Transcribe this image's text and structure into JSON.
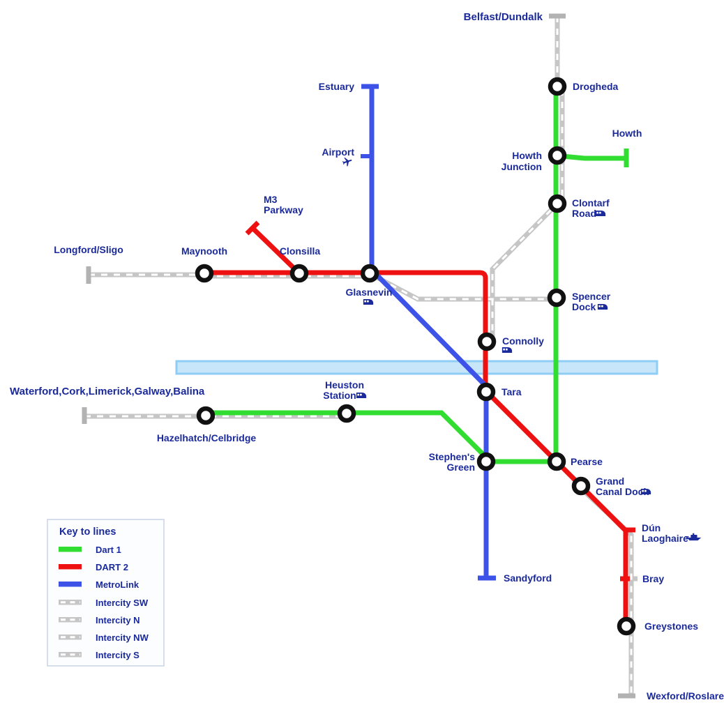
{
  "legend": {
    "title": "Key to lines",
    "items": [
      {
        "label": "Dart 1"
      },
      {
        "label": "DART 2"
      },
      {
        "label": "MetroLink"
      },
      {
        "label": "Intercity SW"
      },
      {
        "label": "Intercity N"
      },
      {
        "label": "Intercity NW"
      },
      {
        "label": "Intercity S"
      }
    ]
  },
  "colors": {
    "dart1": "#32dd32",
    "dart2": "#ee1111",
    "metrolink": "#3d53e8",
    "intercity": "#c6c6c6",
    "intercity_terminal": "#b2b2b2",
    "river_fill": "#c7e6fa",
    "river_edge": "#8fcdf4",
    "label_text": "#1b2a9b",
    "station_ring": "#111111"
  },
  "labels": {
    "belfast": "Belfast/Dundalk",
    "drogheda": "Drogheda",
    "howth": "Howth",
    "howth_junction_line1": "Howth",
    "howth_junction_line2": "Junction",
    "clontarf_line1": "Clontarf",
    "clontarf_line2": "Road",
    "spencer_line1": "Spencer",
    "spencer_line2": "Dock",
    "estuary": "Estuary",
    "airport": "Airport",
    "m3_line1": "M3",
    "m3_line2": "Parkway",
    "longford": "Longford/Sligo",
    "maynooth": "Maynooth",
    "clonsilla": "Clonsilla",
    "glasnevin": "Glasnevin",
    "connolly": "Connolly",
    "tara": "Tara",
    "waterford": "Waterford,Cork,Limerick,Galway,Balina",
    "hazelhatch": "Hazelhatch/Celbridge",
    "heuston_line1": "Heuston",
    "heuston_line2": "Station",
    "stephens_line1": "Stephen's",
    "stephens_line2": "Green",
    "pearse": "Pearse",
    "grand_canal_line1": "Grand",
    "grand_canal_line2": "Canal Dock",
    "dun_line1": "Dún",
    "dun_line2": "Laoghaire",
    "sandyford": "Sandyford",
    "bray": "Bray",
    "greystones": "Greystones",
    "wexford": "Wexford/Roslare"
  }
}
